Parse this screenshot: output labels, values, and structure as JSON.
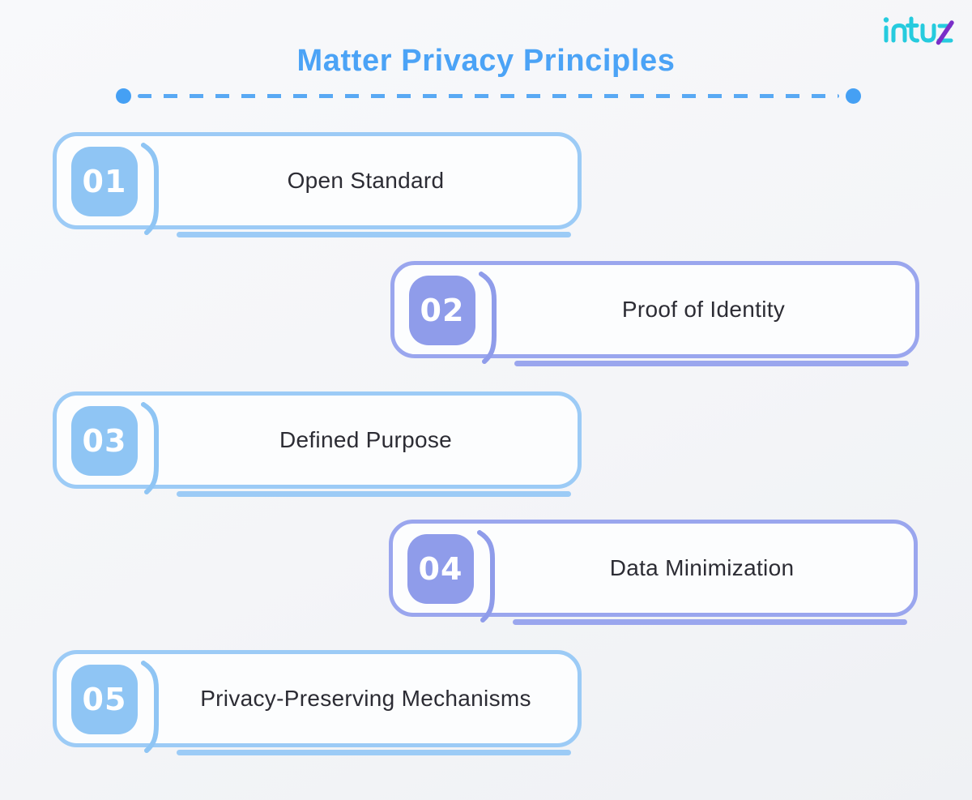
{
  "page": {
    "title": "Matter Privacy Principles",
    "brand": "intuz"
  },
  "principles": [
    {
      "number": "01",
      "label": "Open Standard",
      "theme": "blue"
    },
    {
      "number": "02",
      "label": "Proof of Identity",
      "theme": "periwinkle"
    },
    {
      "number": "03",
      "label": "Defined Purpose",
      "theme": "blue"
    },
    {
      "number": "04",
      "label": "Data Minimization",
      "theme": "periwinkle"
    },
    {
      "number": "05",
      "label": "Privacy-Preserving Mechanisms",
      "theme": "blue"
    }
  ],
  "colors": {
    "title_text": "#4BA3F6",
    "divider_blue": "#59A9F4",
    "blue_border": "#9CCBF6",
    "blue_fill": "#8FC5F4",
    "periwinkle_border": "#9AA6EE",
    "periwinkle_fill": "#8F9CEA",
    "label_text": "#2C2C34",
    "badge_text": "#FFFFFF",
    "logo_cyan": "#26CBDE",
    "logo_purple": "#7B2EC8",
    "card_background": "#FCFDFE"
  }
}
